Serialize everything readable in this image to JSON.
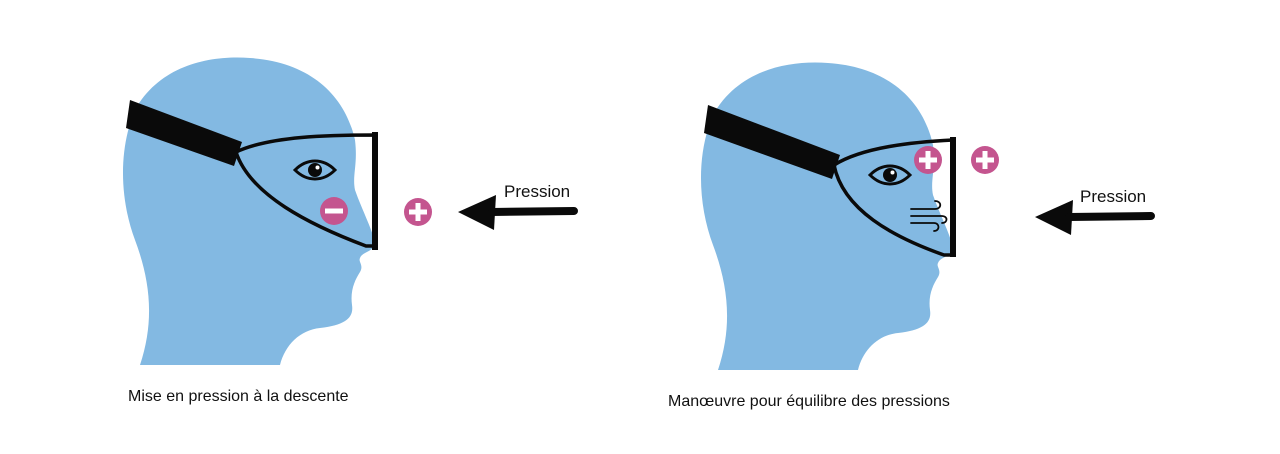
{
  "colors": {
    "head": "#83b9e2",
    "marker": "#c4558f",
    "ink": "#0a0a0a"
  },
  "panels": [
    {
      "caption": "Mise en pression à la descente",
      "arrow_label": "Pression",
      "inside_sign": "minus",
      "outside_sign": "plus"
    },
    {
      "caption": "Manœuvre pour équilibre des pressions",
      "arrow_label": "Pression",
      "inside_sign": "plus",
      "outside_sign": "plus",
      "extra_icon": "wind-icon"
    }
  ]
}
